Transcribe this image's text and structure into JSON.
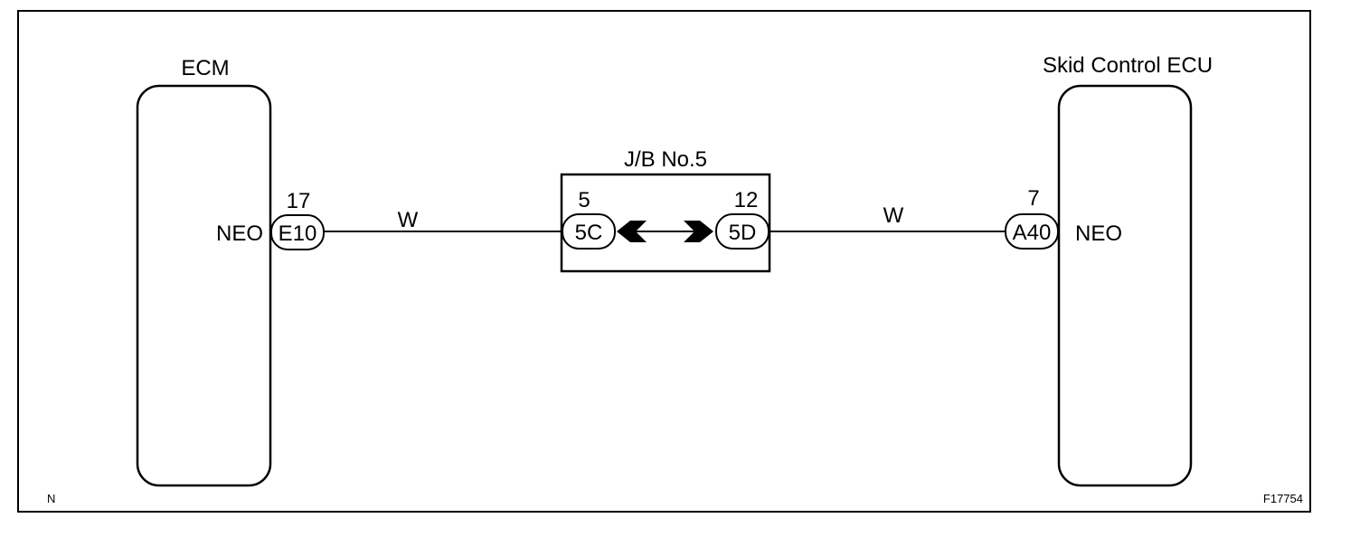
{
  "ecm": {
    "title": "ECM",
    "terminal_name": "NEO",
    "pin": "17",
    "connector": "E10"
  },
  "skid_ecu": {
    "title": "Skid Control ECU",
    "terminal_name": "NEO",
    "pin": "7",
    "connector": "A40"
  },
  "junction_block": {
    "title": "J/B No.5",
    "left_pin": "5",
    "left_connector": "5C",
    "right_pin": "12",
    "right_connector": "5D"
  },
  "wires": {
    "left_color": "W",
    "right_color": "W"
  },
  "footer": {
    "left_mark": "N",
    "figure_id": "F17754"
  }
}
